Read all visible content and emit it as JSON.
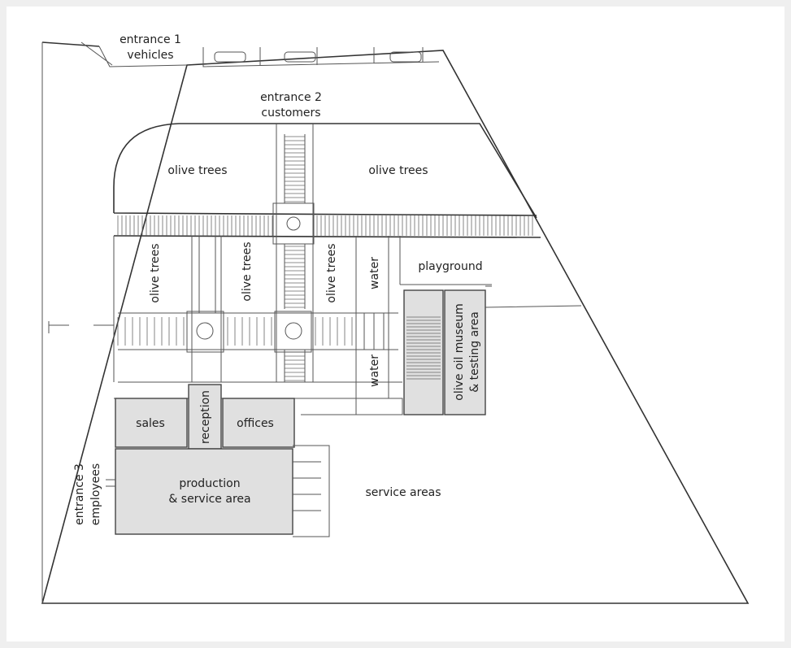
{
  "labels": {
    "entrance1": [
      "entrance 1",
      "vehicles"
    ],
    "entrance2": [
      "entrance 2",
      "customers"
    ],
    "olive_trees_top_left": "olive trees",
    "olive_trees_top_right": "olive trees",
    "olive_trees_col1": "olive trees",
    "olive_trees_col2": "olive trees",
    "olive_trees_col3": "olive trees",
    "water_upper": "water",
    "water_lower": "water",
    "playground": "playground",
    "museum": [
      "olive oil museum",
      "& testing area"
    ],
    "sales": "sales",
    "reception": "reception",
    "offices": "offices",
    "production": [
      "production",
      "& service area"
    ],
    "service_areas": "service areas",
    "entrance3": [
      "entrance 3",
      "employees"
    ]
  },
  "colors": {
    "paper": "#ffffff",
    "background": "#efefef",
    "building_fill": "#e0e0e0",
    "line": "#444444"
  }
}
